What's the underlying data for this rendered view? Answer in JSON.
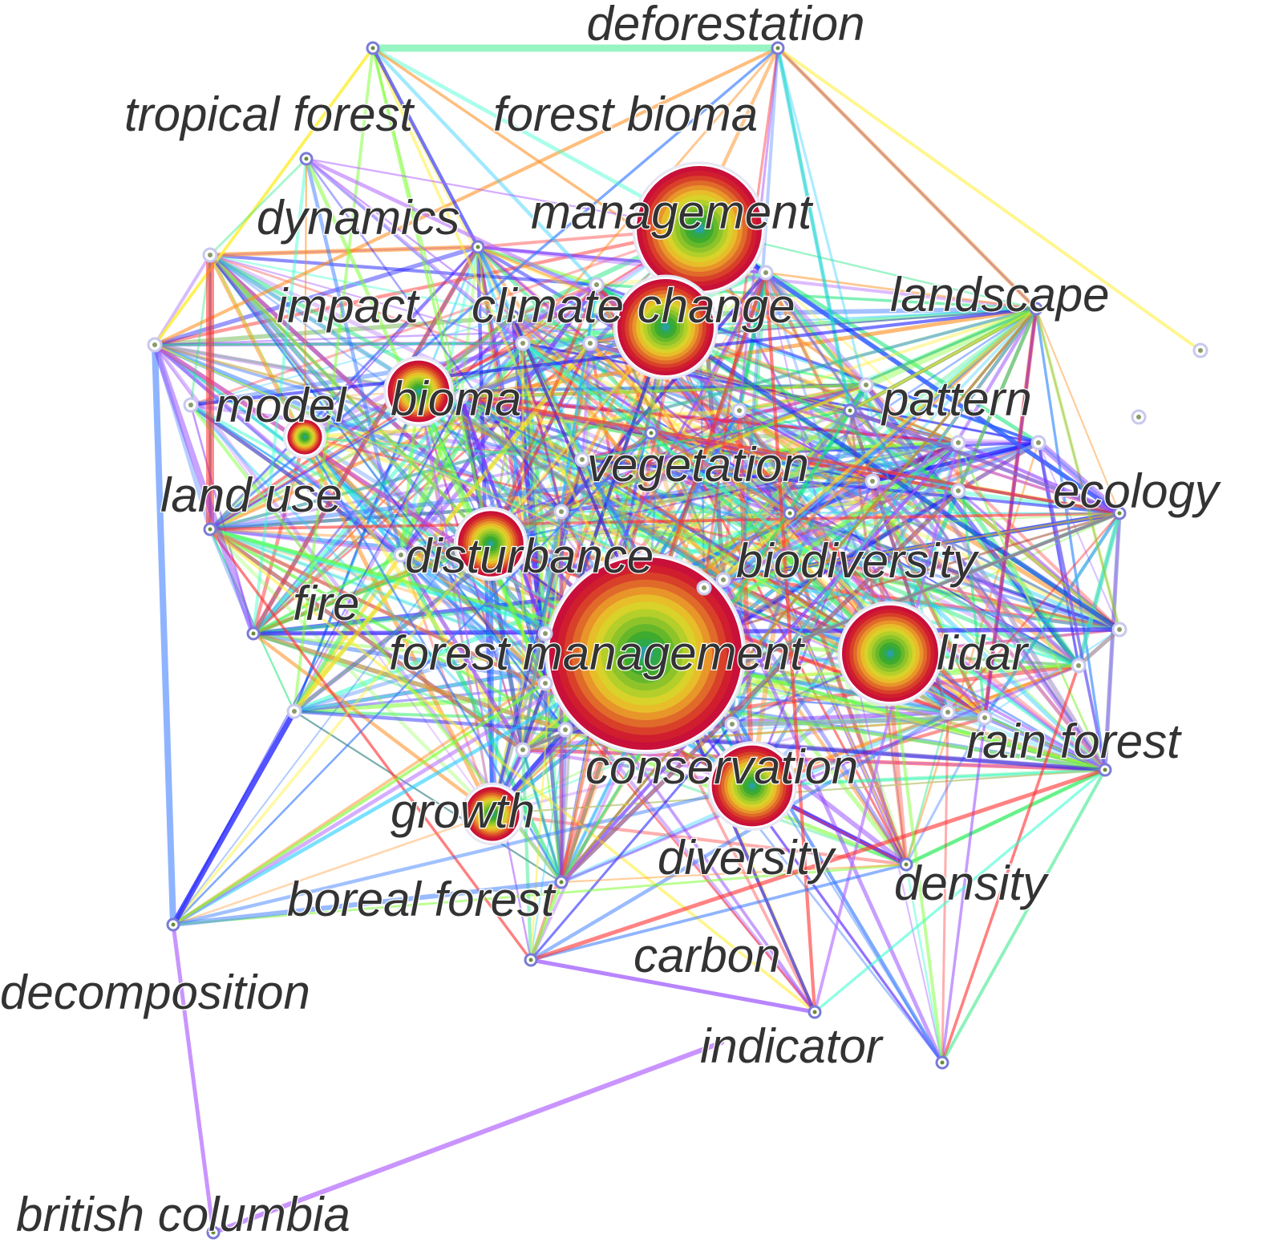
{
  "diagram": {
    "type": "keyword-cooccurrence-network",
    "edge_palette": [
      "#ff3030",
      "#ff8c1a",
      "#ffee33",
      "#7dff33",
      "#19e67a",
      "#33ffcc",
      "#22ccff",
      "#3377ff",
      "#1a1aff",
      "#8833ff",
      "#b266ff"
    ],
    "nodes": [
      {
        "id": "forest_management",
        "label": "forest management",
        "weight": 10
      },
      {
        "id": "management",
        "label": "management",
        "weight": 6.5
      },
      {
        "id": "climate_change",
        "label": "climate change",
        "weight": 5
      },
      {
        "id": "lidar",
        "label": "lidar",
        "weight": 5
      },
      {
        "id": "conservation",
        "label": "conservation",
        "weight": 4.2
      },
      {
        "id": "disturbance",
        "label": "disturbance",
        "weight": 3.4
      },
      {
        "id": "bioma",
        "label": "bioma",
        "weight": 3.2
      },
      {
        "id": "growth",
        "label": "growth",
        "weight": 2.8
      },
      {
        "id": "model",
        "label": "model",
        "weight": 1.8
      },
      {
        "id": "impact",
        "label": "impact",
        "weight": 1
      },
      {
        "id": "dynamics",
        "label": "dynamics",
        "weight": 1
      },
      {
        "id": "vegetation",
        "label": "vegetation",
        "weight": 1
      },
      {
        "id": "biodiversity",
        "label": "biodiversity",
        "weight": 1
      },
      {
        "id": "pattern",
        "label": "pattern",
        "weight": 1
      },
      {
        "id": "ecology",
        "label": "ecology",
        "weight": 1
      },
      {
        "id": "landscape",
        "label": "landscape",
        "weight": 1
      },
      {
        "id": "deforestation",
        "label": "deforestation",
        "weight": 1
      },
      {
        "id": "tropical_forest",
        "label": "tropical forest",
        "weight": 1
      },
      {
        "id": "forest_bioma",
        "label": "forest bioma",
        "weight": 1
      },
      {
        "id": "land_use",
        "label": "land use",
        "weight": 1
      },
      {
        "id": "fire",
        "label": "fire",
        "weight": 1
      },
      {
        "id": "rain_forest",
        "label": "rain forest",
        "weight": 1
      },
      {
        "id": "diversity",
        "label": "diversity",
        "weight": 1
      },
      {
        "id": "density",
        "label": "density",
        "weight": 1
      },
      {
        "id": "boreal_forest",
        "label": "boreal forest",
        "weight": 1
      },
      {
        "id": "carbon",
        "label": "carbon",
        "weight": 1
      },
      {
        "id": "decomposition",
        "label": "decomposition",
        "weight": 1
      },
      {
        "id": "indicator",
        "label": "indicator",
        "weight": 1
      },
      {
        "id": "british_columbia",
        "label": "british columbia",
        "weight": 1
      }
    ]
  }
}
